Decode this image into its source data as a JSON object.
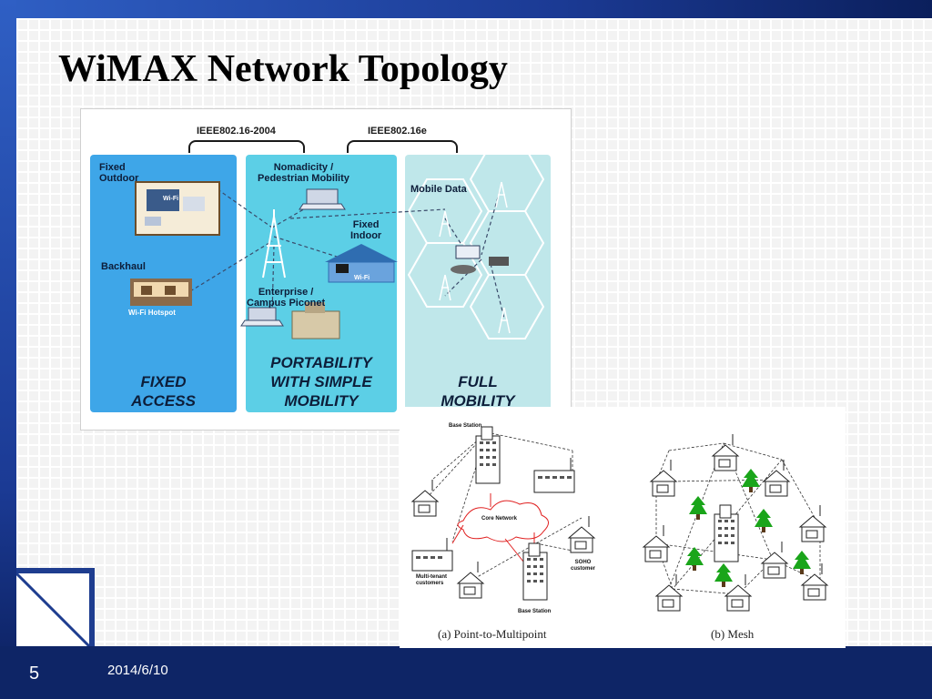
{
  "slide": {
    "title": "WiMAX Network Topology",
    "page_number": "5",
    "date": "2014/6/10"
  },
  "access_diagram": {
    "standards": [
      "IEEE802.16-2004",
      "IEEE802.16e"
    ],
    "labels": {
      "fixed_outdoor": "Fixed\nOutdoor",
      "wifi_1": "Wi-Fi",
      "backhaul": "Backhaul",
      "wifi_hotspot": "Wi-Fi Hotspot",
      "nomadicity": "Nomadicity /\nPedestrian Mobility",
      "fixed_indoor": "Fixed\nIndoor",
      "wifi_2": "Wi-Fi",
      "enterprise": "Enterprise /\nCampus Piconet",
      "mobile_data": "Mobile Data"
    },
    "panels": [
      {
        "title": "FIXED\nACCESS"
      },
      {
        "title": "PORTABILITY\nWITH SIMPLE\nMOBILITY"
      },
      {
        "title": "FULL\nMOBILITY"
      }
    ]
  },
  "topology_diagram": {
    "labels": {
      "base_station_top": "Base Station",
      "core_network": "Core Network",
      "multi_tenant": "Multi-tenant\ncustomers",
      "base_station_bottom": "Base Station",
      "soho": "SOHO\ncustomer"
    },
    "captions": [
      "(a) Point-to-Multipoint",
      "(b) Mesh"
    ]
  },
  "colors": {
    "frame_blue": "#1e3d8f",
    "footer_navy": "#0e2566",
    "panel_fixed": "#3ea6e8",
    "panel_portable": "#5ccfe6",
    "panel_mobile": "#bfe7ea",
    "core_cloud": "#e02020",
    "tree_green": "#1aa51a"
  }
}
